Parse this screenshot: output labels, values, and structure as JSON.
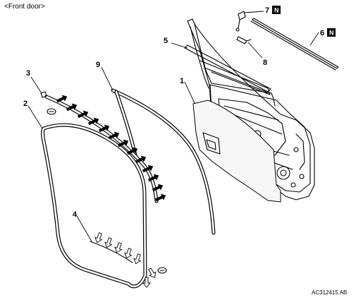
{
  "header": {
    "title": "<Front door>"
  },
  "figure_code": "AC312415 AB",
  "new_part_mark": "N",
  "callouts": [
    {
      "id": "1"
    },
    {
      "id": "2"
    },
    {
      "id": "3"
    },
    {
      "id": "4"
    },
    {
      "id": "5"
    },
    {
      "id": "6"
    },
    {
      "id": "7"
    },
    {
      "id": "8"
    },
    {
      "id": "9"
    }
  ]
}
